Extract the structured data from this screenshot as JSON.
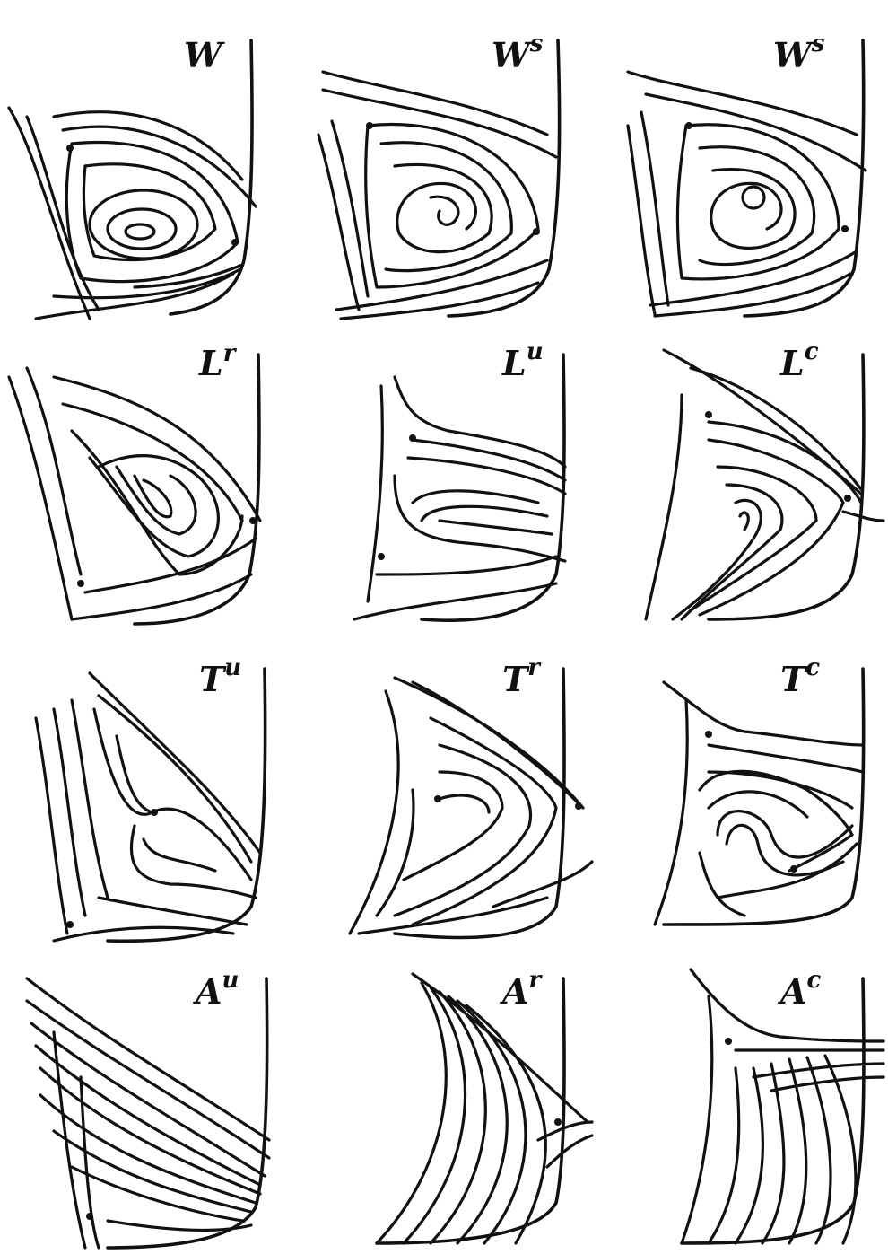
{
  "figure": {
    "colors": {
      "ink": "#111111",
      "background": "#ffffff"
    },
    "panels": [
      {
        "id": "w",
        "label": "W",
        "sup": ""
      },
      {
        "id": "ws-a",
        "label": "W",
        "sup": "s"
      },
      {
        "id": "ws-b",
        "label": "W",
        "sup": "s"
      },
      {
        "id": "lr",
        "label": "L",
        "sup": "r"
      },
      {
        "id": "lu",
        "label": "L",
        "sup": "u"
      },
      {
        "id": "lc",
        "label": "L",
        "sup": "c"
      },
      {
        "id": "tu",
        "label": "T",
        "sup": "u"
      },
      {
        "id": "tr",
        "label": "T",
        "sup": "r"
      },
      {
        "id": "tc",
        "label": "T",
        "sup": "c"
      },
      {
        "id": "au",
        "label": "A",
        "sup": "u"
      },
      {
        "id": "ar",
        "label": "A",
        "sup": "r"
      },
      {
        "id": "ac",
        "label": "A",
        "sup": "c"
      }
    ]
  }
}
